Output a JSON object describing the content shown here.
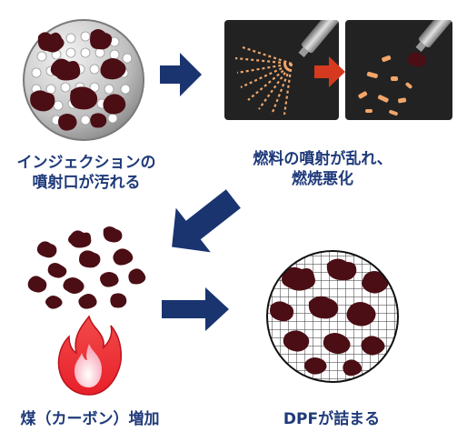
{
  "steps": {
    "step1": {
      "line1": "インジェクションの",
      "line2": "噴射口が汚れる"
    },
    "step2": {
      "line1": "燃料の噴射が乱れ、",
      "line2": "燃焼悪化"
    },
    "step3": {
      "text": "煤（カーボン）増加"
    },
    "step4": {
      "text": "DPFが詰まる"
    }
  },
  "colors": {
    "label": "#1f3a7a",
    "arrow_navy": "#1a3470",
    "arrow_red": "#d63a1e",
    "soot": "#4a0e14",
    "flame_red": "#e8202a",
    "flame_pink": "#f7a8b8",
    "nozzle_panel": "#222222",
    "spray": "#f2a66a"
  },
  "icons": [
    "injector-nozzle-icon",
    "spray-icon",
    "soot-cloud-icon",
    "flame-icon",
    "dpf-filter-icon",
    "arrow-right-icon",
    "arrow-down-left-icon"
  ]
}
